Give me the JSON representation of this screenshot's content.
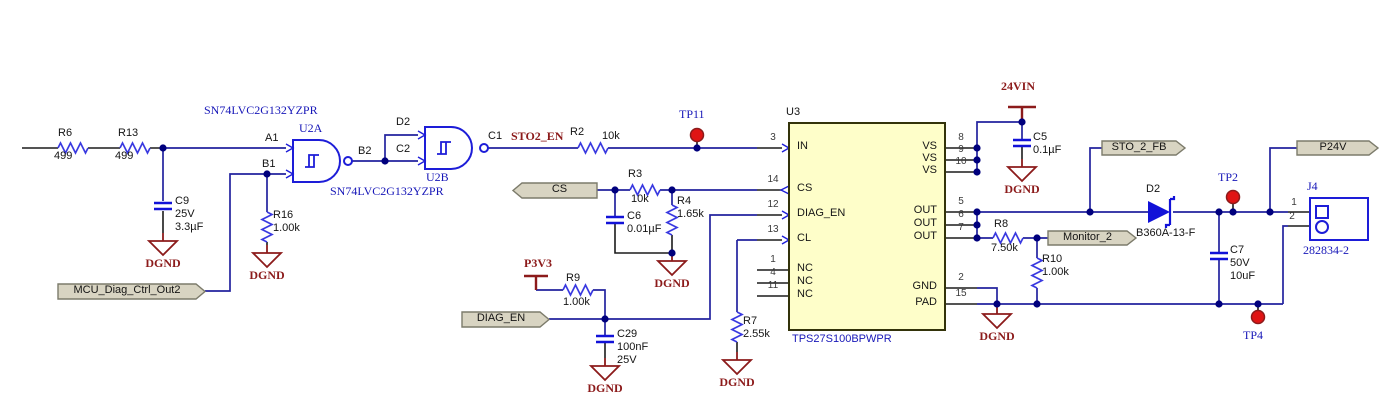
{
  "schematic": {
    "gates": {
      "part_number_top": "SN74LVC2G132YZPR",
      "part_number_bottom": "SN74LVC2G132YZPR",
      "u2a": {
        "ref": "U2A",
        "pin_a": "A1",
        "pin_b": "B1",
        "pin_out": "B2"
      },
      "u2b": {
        "ref": "U2B",
        "pin_a": "D2",
        "pin_b": "C2",
        "pin_out": "C1"
      }
    },
    "resistors": {
      "r6": {
        "ref": "R6",
        "value": "499"
      },
      "r13": {
        "ref": "R13",
        "value": "499"
      },
      "r16": {
        "ref": "R16",
        "value": "1.00k"
      },
      "r2": {
        "ref": "R2",
        "value": "10k"
      },
      "r3": {
        "ref": "R3",
        "value": "10k"
      },
      "r4": {
        "ref": "R4",
        "value": "1.65k"
      },
      "r9": {
        "ref": "R9",
        "value": "1.00k"
      },
      "r7": {
        "ref": "R7",
        "value": "2.55k"
      },
      "r8": {
        "ref": "R8",
        "value": "7.50k"
      },
      "r10": {
        "ref": "R10",
        "value": "1.00k"
      }
    },
    "capacitors": {
      "c9": {
        "ref": "C9",
        "line1": "25V",
        "line2": "3.3µF"
      },
      "c6": {
        "ref": "C6",
        "line1": "0.01µF"
      },
      "c29": {
        "ref": "C29",
        "line1": "100nF",
        "line2": "25V"
      },
      "c5": {
        "ref": "C5",
        "line1": "0.1µF"
      },
      "c7": {
        "ref": "C7",
        "line1": "50V",
        "line2": "10uF"
      }
    },
    "diode": {
      "ref": "D2",
      "part": "B360A-13-F"
    },
    "connector": {
      "ref": "J4",
      "part": "282834-2",
      "pin1": "1",
      "pin2": "2"
    },
    "ic": {
      "ref": "U3",
      "part": "TPS27S100BPWPR",
      "pins": {
        "p3": {
          "num": "3",
          "name": "IN"
        },
        "p14": {
          "num": "14",
          "name": "CS"
        },
        "p12": {
          "num": "12",
          "name": "DIAG_EN"
        },
        "p13": {
          "num": "13",
          "name": "CL"
        },
        "p1": {
          "num": "1",
          "name": "NC"
        },
        "p4": {
          "num": "4",
          "name": "NC"
        },
        "p11": {
          "num": "11",
          "name": "NC"
        },
        "p8": {
          "num": "8",
          "name": "VS"
        },
        "p9": {
          "num": "9",
          "name": "VS"
        },
        "p10": {
          "num": "10",
          "name": "VS"
        },
        "p5": {
          "num": "5",
          "name": "OUT"
        },
        "p6": {
          "num": "6",
          "name": "OUT"
        },
        "p7": {
          "num": "7",
          "name": "OUT"
        },
        "p2": {
          "num": "2",
          "name": "GND"
        },
        "p15": {
          "num": "15",
          "name": "PAD"
        }
      }
    },
    "nets": {
      "mcu_diag_ctrl_out2": "MCU_Diag_Ctrl_Out2",
      "cs": "CS",
      "diag_en": "DIAG_EN",
      "sto2_en": "STO2_EN",
      "sto_2_fb": "STO_2_FB",
      "monitor_2": "Monitor_2",
      "p24v": "P24V",
      "p3v3": "P3V3",
      "vin24": "24VIN",
      "dgnd": "DGND"
    },
    "test_points": {
      "tp11": "TP11",
      "tp2": "TP2",
      "tp4": "TP4"
    },
    "colors": {
      "symbol_blue": "#1d1dd8",
      "wire_blue": "#23239f",
      "junction_navy": "#00007d",
      "maroon": "#8c1b1b",
      "ic_fill": "#fefec9",
      "flag_fill": "#d8d4c2",
      "testpoint_red": "#e01414"
    }
  }
}
